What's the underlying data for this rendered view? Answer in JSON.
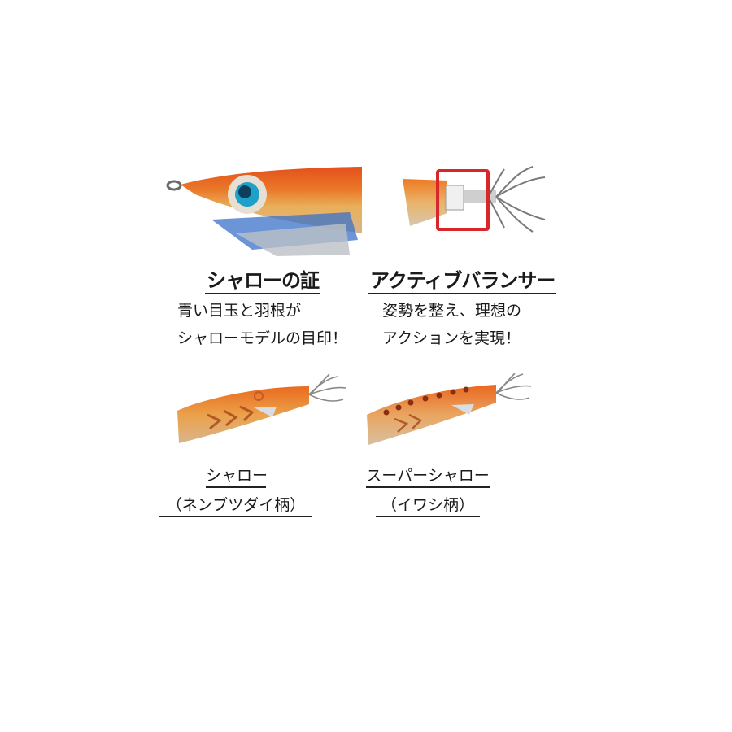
{
  "features": [
    {
      "title": "シャローの証",
      "description": [
        "青い目玉と羽根が",
        "シャローモデルの目印！"
      ],
      "image": "lure-head-closeup-blue-eye"
    },
    {
      "title": "アクティブバランサー",
      "description": [
        "姿勢を整え、理想の",
        "アクションを実現！"
      ],
      "image": "lure-tail-balancer-closeup",
      "highlight_color": "#d9262b"
    }
  ],
  "products": [
    {
      "name": "シャロー",
      "pattern": "（ネンブツダイ柄）",
      "image": "shallow-squid-jig"
    },
    {
      "name": "スーパーシャロー",
      "pattern": "（イワシ柄）",
      "image": "super-shallow-squid-jig"
    }
  ],
  "colors": {
    "lure_orange": "#e8641c",
    "lure_gold": "#e9a44a",
    "eye_blue": "#1fa0c8",
    "highlight_red": "#d9262b"
  }
}
